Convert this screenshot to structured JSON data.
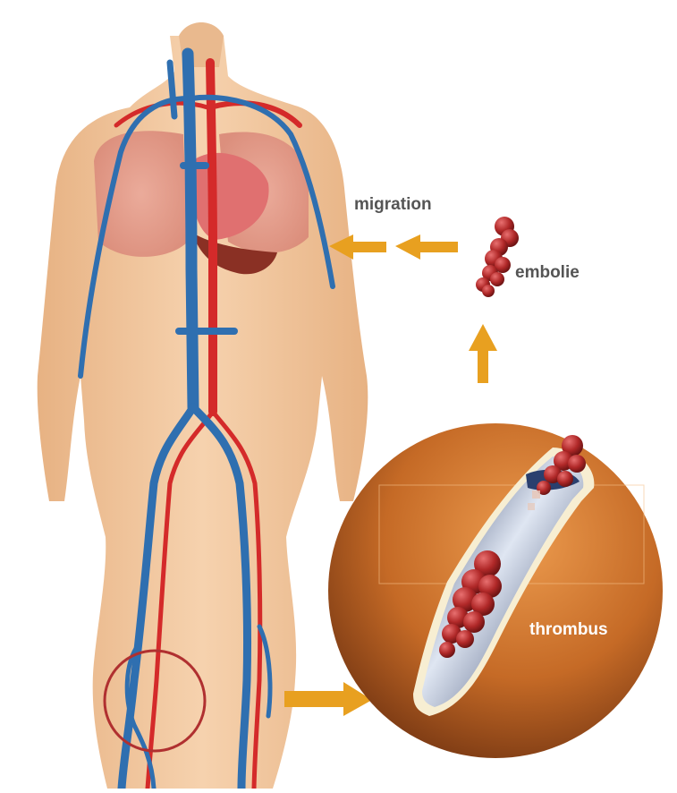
{
  "labels": {
    "migration": "migration",
    "embolie": "embolie",
    "thrombus": "thrombus"
  },
  "colors": {
    "skin": "#f2c79a",
    "skin_shadow": "#dba075",
    "vein": "#2f6fb0",
    "artery": "#d42a2a",
    "arrow": "#e8a020",
    "clot": "#b02828",
    "circle_inner": "#d67e35",
    "circle_outer": "#7a3a12",
    "vessel": "#2a3f6e"
  }
}
